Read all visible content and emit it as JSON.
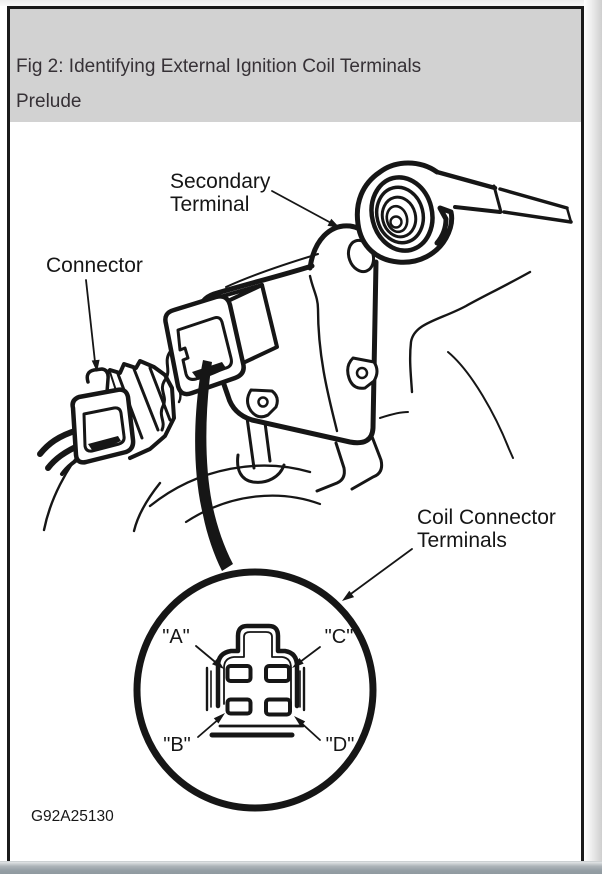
{
  "header": {
    "line1": "Fig 2: Identifying External Ignition Coil Terminals",
    "line2": "Prelude"
  },
  "diagram": {
    "secondary_line1": "Secondary",
    "secondary_line2": "Terminal",
    "connector": "Connector",
    "coil_terminals_line1": "Coil Connector",
    "coil_terminals_line2": "Terminals",
    "terminal_a": "\"A\"",
    "terminal_c": "\"C\"",
    "terminal_b": "\"B\"",
    "terminal_d": "\"D\"",
    "figure_code": "G92A25130"
  },
  "colors": {
    "line": "#161616",
    "header_bg": "#d2d2d2",
    "page_border": "#1b1b1b",
    "scrollbar": "#97a0a5"
  }
}
